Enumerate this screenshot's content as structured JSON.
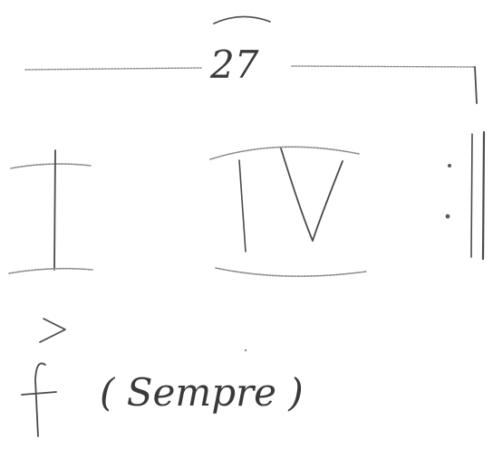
{
  "score": {
    "measure_number": "27",
    "section_start": "I",
    "section_main": "IV",
    "dynamic": "f",
    "expression": "( Sempre )"
  },
  "colors": {
    "ink": "#4a4a4a",
    "paper": "#ffffff"
  },
  "icons": {
    "arrow": "arrow-icon",
    "repeat": "repeat-sign-icon"
  }
}
